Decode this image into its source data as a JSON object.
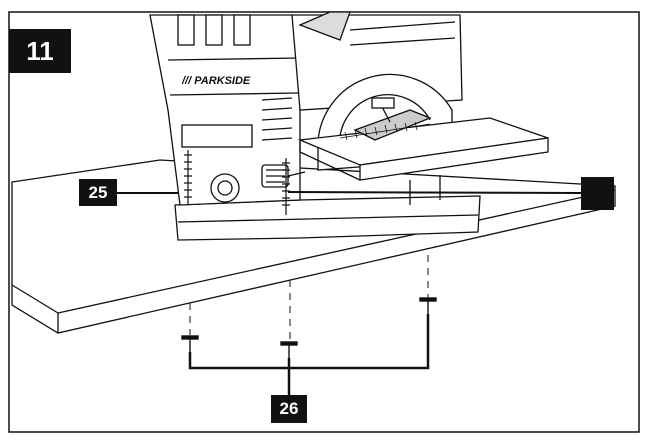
{
  "figure": {
    "number": "11",
    "brand_logo": "/// PARKSIDE"
  },
  "callouts": {
    "table_edge_label": "25",
    "screws_label": "26",
    "unlabeled_marker": ""
  },
  "colors": {
    "line": "#111111",
    "background": "#ffffff",
    "badge": "#111111",
    "badge_text": "#ffffff"
  },
  "icons": [
    "screw-icon",
    "clamp-screw-icon",
    "dust-port-icon"
  ]
}
